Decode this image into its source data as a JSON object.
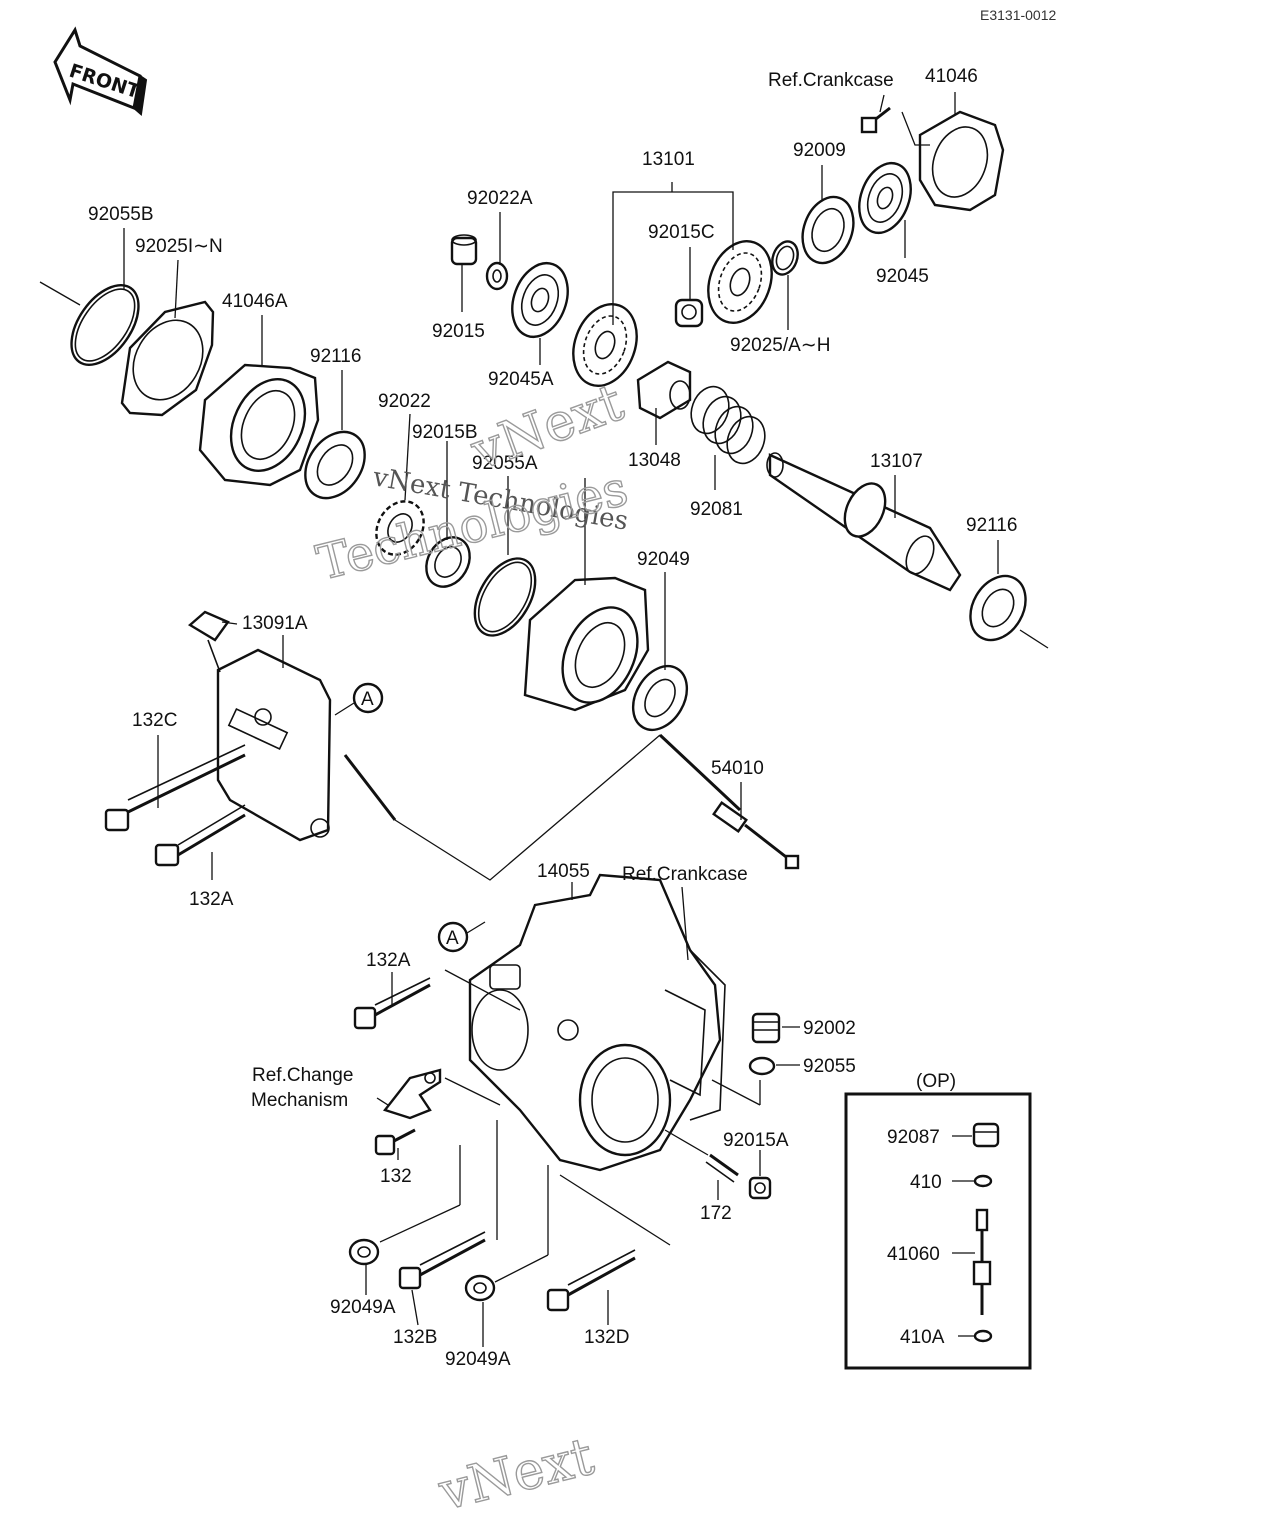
{
  "diagram": {
    "code": "E3131-0012",
    "front_arrow": "FRONT",
    "watermark": {
      "brand": "vNext",
      "company": "vNext Technologies",
      "line1": "Technologies",
      "bottom": "vNext"
    },
    "labels": {
      "p13101": "13101",
      "ref_crankcase_top": "Ref.Crankcase",
      "p41046": "41046",
      "p92009": "92009",
      "p92022A": "92022A",
      "p92015C": "92015C",
      "p92055B": "92055B",
      "p92025IN": "92025I∼N",
      "p41046A": "41046A",
      "p92015": "92015",
      "p92045": "92045",
      "p92025AH": "92025/A∼H",
      "p92045A": "92045A",
      "p92116_top": "92116",
      "p92022": "92022",
      "p92015B": "92015B",
      "p92055A": "92055A",
      "p13048": "13048",
      "p13107": "13107",
      "p92081": "92081",
      "p92116_right": "92116",
      "p92049": "92049",
      "p13091A": "13091A",
      "callout_a1": "A",
      "p132C": "132C",
      "p132A_top": "132A",
      "p54010": "54010",
      "p14055": "14055",
      "ref_crankcase_mid": "Ref.Crankcase",
      "callout_a2": "A",
      "p132A_mid": "132A",
      "p92002": "92002",
      "p92055": "92055",
      "op": "(OP)",
      "ref_change_1": "Ref.Change",
      "ref_change_2": "Mechanism",
      "p92087": "92087",
      "p92015A": "92015A",
      "p410": "410",
      "p132": "132",
      "p172": "172",
      "p41060": "41060",
      "p92049A_left": "92049A",
      "p132B": "132B",
      "p132D": "132D",
      "p410A": "410A",
      "p92049A_mid": "92049A"
    }
  }
}
